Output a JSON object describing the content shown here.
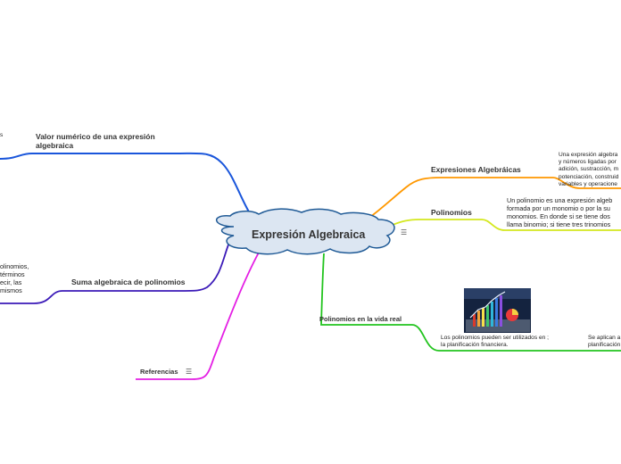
{
  "central": {
    "title": "Expresión Algebraica"
  },
  "right": {
    "expresiones": {
      "title": "Expresiones Algebráicas",
      "desc_lines": [
        "Una expresión algebra",
        "y números ligadas por",
        "adición, sustracción, m",
        "potenciación, construid",
        "variables y operacione"
      ]
    },
    "polinomios": {
      "title": "Polinomios",
      "desc_lines": [
        "Un polinomio es una expresión algeb",
        "formada por un monomio o por la su",
        "monomios. En donde si se tiene dos",
        "llama binomio; si tiene tres trinomios"
      ]
    },
    "vida_real": {
      "title": "Polinomios en la vida real",
      "left_desc_lines": [
        "Los polinomios pueden ser utilizados en ;",
        "la planificación financiera."
      ],
      "right_desc_lines": [
        "Se aplican a",
        "planificación"
      ]
    }
  },
  "left": {
    "valor": {
      "title_lines": [
        "Valor numérico de una expresión",
        "algebraica"
      ],
      "cut_text": "s"
    },
    "suma": {
      "title": "Suma algebraica de polinomios",
      "cut_lines": [
        "olinomios,",
        "términos",
        "ecir, las",
        "mismos"
      ]
    },
    "referencias": {
      "title": "Referencias"
    }
  },
  "icons": {
    "note": "☰"
  },
  "colors": {
    "central_fill": "#dce6f2",
    "central_stroke": "#1f5a96",
    "valor": "#1a56db",
    "expresiones": "#ff9800",
    "polinomios": "#d4e81e",
    "vida_real": "#22c41e",
    "suma": "#3b1ab8",
    "referencias": "#e41ee4"
  }
}
